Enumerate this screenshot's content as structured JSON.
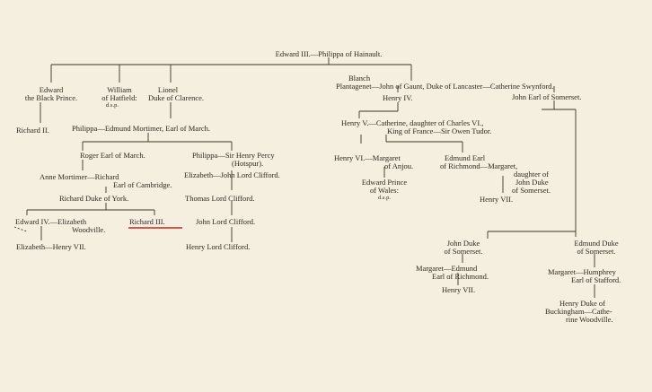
{
  "tree": {
    "edward_iii": "Edward III.—Philippa of Hainault.",
    "edward_bp_1": "Edward",
    "edward_bp_2": "the Black Prince.",
    "william_1": "William",
    "william_2": "of Hatfield:",
    "william_3": "d.s.p.",
    "lionel_1": "Lionel",
    "lionel_2": "Duke of Clarence.",
    "blanch_1": "Blanch",
    "blanch_2": "Plantagenet—John of Gaunt, Duke of Lancaster—Catherine Swynford.",
    "richard_ii": "Richard II.",
    "philippa_mortimer": "Philippa—Edmund Mortimer, Earl of March.",
    "henry_iv": "Henry IV.",
    "john_somerset": "John Earl of Somerset.",
    "henry_v_1": "Henry V.—Catherine, daughter of Charles VI.,",
    "henry_v_2": "King of France—Sir Owen Tudor.",
    "roger": "Roger Earl of March.",
    "philippa_percy_1": "Philippa—Sir Henry Percy",
    "philippa_percy_2": "(Hotspur).",
    "henry_vi_1": "Henry VI.—Margaret",
    "henry_vi_2": "of Anjou.",
    "edmund_richmond_1": "Edmund Earl",
    "edmund_richmond_2": "of Richmond—Margaret,",
    "edmund_richmond_3": "daughter of",
    "edmund_richmond_4": "John Duke",
    "edmund_richmond_5": "of Somerset.",
    "anne_mortimer_1": "Anne Mortimer—Richard",
    "anne_mortimer_2": "Earl of Cambridge.",
    "elizabeth_clifford": "Elizabeth—John Lord Clifford.",
    "edward_prince_1": "Edward Prince",
    "edward_prince_2": "of Wales:",
    "edward_prince_3": "d.s.p.",
    "richard_york": "Richard Duke of York.",
    "thomas_clifford": "Thomas Lord Clifford.",
    "henry_vii_a": "Henry VII.",
    "edward_iv_1": "Edward IV.—Elizabeth",
    "edward_iv_2": "Woodville.",
    "richard_iii": "Richard III.",
    "john_clifford": "John Lord Clifford.",
    "elizabeth_henry": "Elizabeth—Henry VII.",
    "henry_clifford": "Henry Lord Clifford.",
    "john_duke_1": "John Duke",
    "john_duke_2": "of Somerset.",
    "edmund_duke_1": "Edmund Duke",
    "edmund_duke_2": "of Somerset.",
    "margaret_edmund_1": "Margaret—Edmund",
    "margaret_edmund_2": "Earl of Richmond.",
    "margaret_humphrey_1": "Margaret—Humphrey",
    "margaret_humphrey_2": "Earl of Stafford.",
    "henry_vii_b": "Henry VII.",
    "henry_buck_1": "Henry Duke of",
    "henry_buck_2": "Buckingham—Cathe-",
    "henry_buck_3": "rine Woodville."
  },
  "colors": {
    "paper": "#f4efde",
    "ink": "#2f2a22",
    "highlight": "#d61e1e"
  }
}
